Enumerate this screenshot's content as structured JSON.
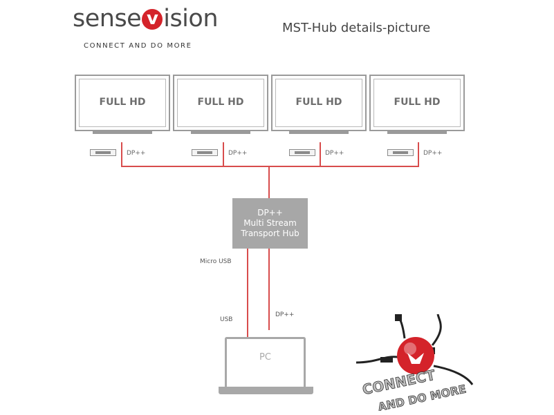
{
  "brand": {
    "wordmark_left": "sense",
    "wordmark_v": "v",
    "wordmark_right": "ision",
    "tagline": "CONNECT AND DO MORE"
  },
  "title": "MST-Hub details-picture",
  "monitors": [
    {
      "label": "FULL HD",
      "port_label": "DP++"
    },
    {
      "label": "FULL HD",
      "port_label": "DP++"
    },
    {
      "label": "FULL HD",
      "port_label": "DP++"
    },
    {
      "label": "FULL HD",
      "port_label": "DP++"
    }
  ],
  "hub": {
    "line1": "DP++",
    "line2": "Multi Stream",
    "line3": "Transport Hub"
  },
  "links": {
    "micro_usb": "Micro USB",
    "usb": "USB",
    "dp": "DP++"
  },
  "pc": {
    "label": "PC"
  },
  "badge": {
    "line1": "CONNECT",
    "line2": "AND DO MORE"
  },
  "colors": {
    "accent": "#d84c4c",
    "brand_red": "#d4232a",
    "gray": "#a7a7a7"
  }
}
